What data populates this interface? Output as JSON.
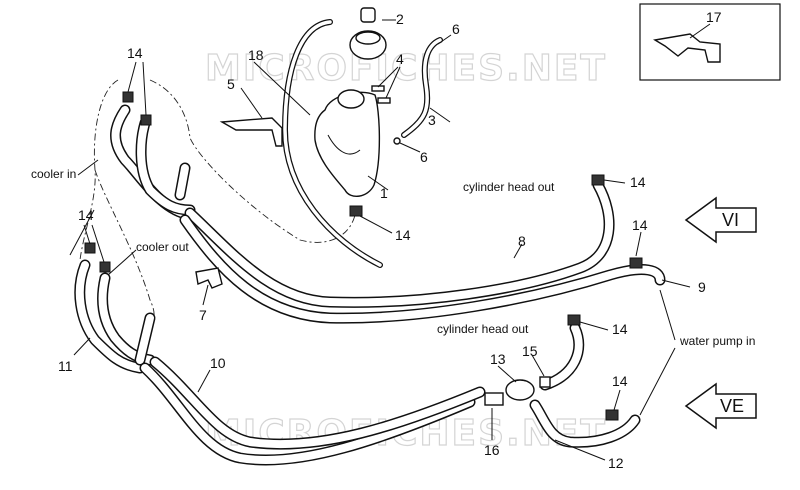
{
  "watermarks": [
    "MICROFICHES.NET",
    "MICROFICHES.NET"
  ],
  "callouts": {
    "n1": "1",
    "n2": "2",
    "n3": "3",
    "n4": "4",
    "n5": "5",
    "n6a": "6",
    "n6b": "6",
    "n7": "7",
    "n8": "8",
    "n9": "9",
    "n10": "10",
    "n11": "11",
    "n12": "12",
    "n13": "13",
    "n14a": "14",
    "n14b": "14",
    "n14c": "14",
    "n14d": "14",
    "n14e": "14",
    "n14f": "14",
    "n14g": "14",
    "n15": "15",
    "n16": "16",
    "n17": "17",
    "n18": "18"
  },
  "labels": {
    "cooler_in": "cooler in",
    "cooler_out": "cooler out",
    "cyl_head_out_upper": "cylinder head out",
    "cyl_head_out_lower": "cylinder head out",
    "water_pump_in": "water pump in"
  },
  "direction_arrows": {
    "vi": "VI",
    "ve": "VE"
  }
}
